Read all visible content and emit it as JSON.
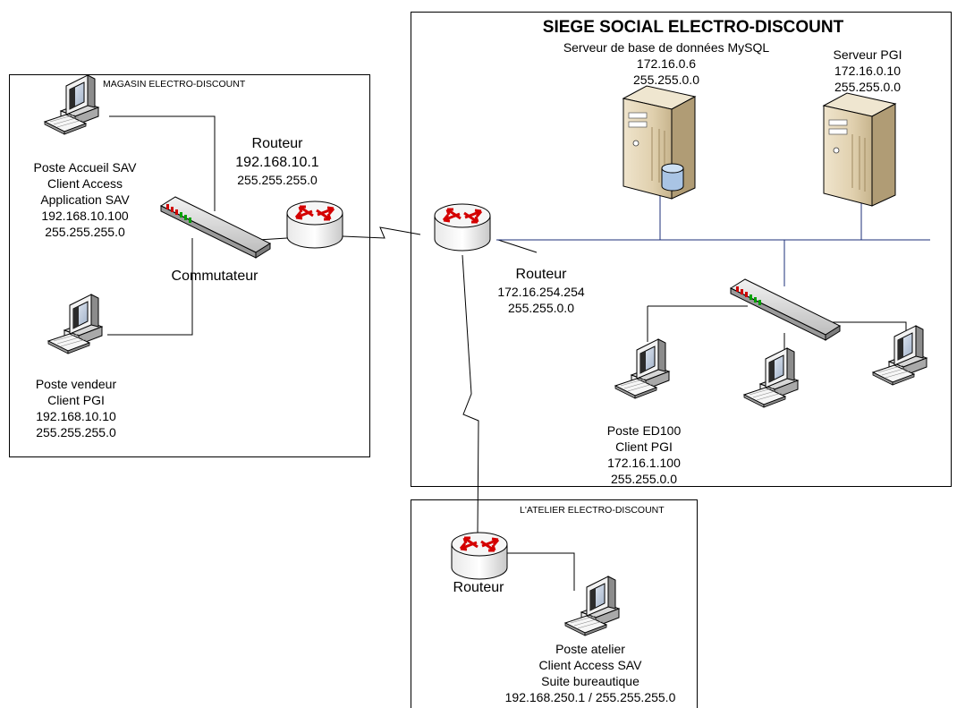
{
  "zones": {
    "magasin": "MAGASIN ELECTRO-DISCOUNT",
    "siege": "SIEGE SOCIAL ELECTRO-DISCOUNT",
    "atelier": "L'ATELIER ELECTRO-DISCOUNT"
  },
  "magasin": {
    "poste_sav": {
      "lines": [
        "Poste Accueil SAV",
        "Client Access",
        "Application SAV",
        "192.168.10.100",
        "255.255.255.0"
      ]
    },
    "commutateur": "Commutateur",
    "poste_vendeur": {
      "lines": [
        "Poste vendeur",
        "Client PGI",
        "192.168.10.10",
        "255.255.255.0"
      ]
    },
    "routeur": {
      "name": "Routeur",
      "ip": "192.168.10.1",
      "mask": "255.255.255.0"
    }
  },
  "siege": {
    "serveur_mysql": {
      "lines": [
        "Serveur de base de données MySQL",
        "172.16.0.6",
        "255.255.0.0"
      ]
    },
    "serveur_pgi": {
      "lines": [
        "Serveur PGI",
        "172.16.0.10",
        "255.255.0.0"
      ]
    },
    "routeur": {
      "lines": [
        "Routeur",
        "172.16.254.254",
        "255.255.0.0"
      ]
    },
    "poste_ed100": {
      "lines": [
        "Poste ED100",
        "Client PGI",
        "172.16.1.100",
        "255.255.0.0"
      ]
    }
  },
  "atelier": {
    "routeur": "Routeur",
    "poste": {
      "lines": [
        "Poste atelier",
        "Client Access SAV",
        "Suite bureautique",
        "192.168.250.1 / 255.255.255.0"
      ]
    }
  }
}
